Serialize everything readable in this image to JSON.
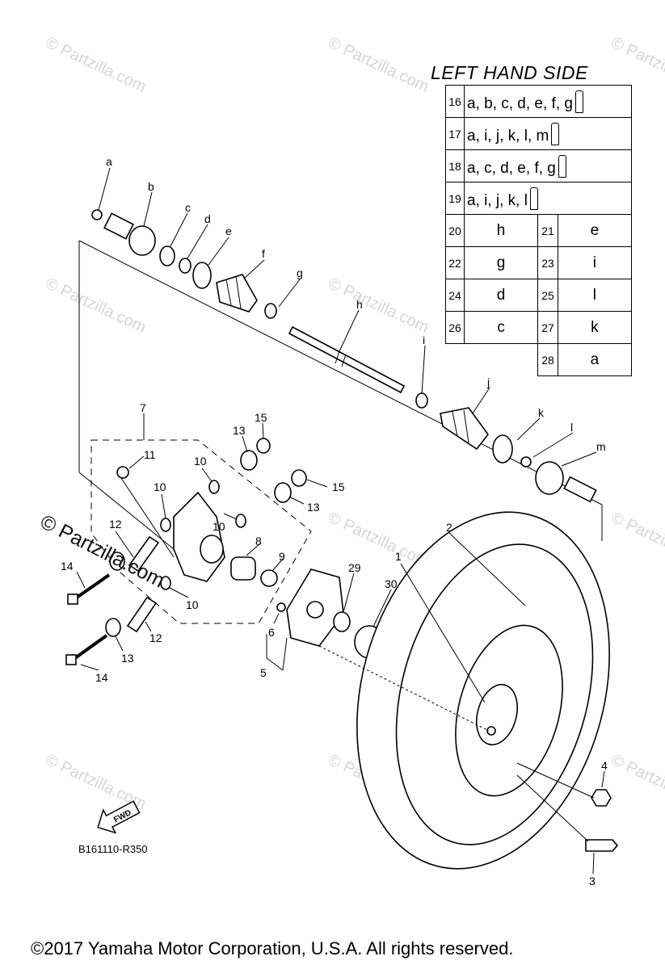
{
  "table": {
    "title": "LEFT HAND SIDE",
    "rows": [
      {
        "no": "16",
        "letters": "a, b, c, d, e, f, g"
      },
      {
        "no": "17",
        "letters": "a, i, j, k, l, m"
      },
      {
        "no": "18",
        "letters": "a, c, d, e, f, g"
      },
      {
        "no": "19",
        "letters": "a, i, j, k, l"
      }
    ],
    "pairs": [
      {
        "n1": "20",
        "v1": "h",
        "n2": "21",
        "v2": "e"
      },
      {
        "n1": "22",
        "v1": "g",
        "n2": "23",
        "v2": "i"
      },
      {
        "n1": "24",
        "v1": "d",
        "n2": "25",
        "v2": "l"
      },
      {
        "n1": "26",
        "v1": "c",
        "n2": "27",
        "v2": "k"
      }
    ],
    "last": {
      "n": "28",
      "v": "a"
    }
  },
  "labels": {
    "a": "a",
    "b": "b",
    "c": "c",
    "d": "d",
    "e": "e",
    "f": "f",
    "g": "g",
    "h": "h",
    "i": "i",
    "j": "j",
    "k": "k",
    "l": "l",
    "m": "m",
    "n1": "1",
    "n2": "2",
    "n3": "3",
    "n4": "4",
    "n5": "5",
    "n6": "6",
    "n7": "7",
    "n8": "8",
    "n9": "9",
    "n10": "10",
    "n11": "11",
    "n12": "12",
    "n13": "13",
    "n14": "14",
    "n15": "15",
    "n29": "29",
    "n30": "30",
    "fwd": "FWD"
  },
  "watermark": {
    "text": "© Partzilla.com",
    "main": "© Partzilla.com"
  },
  "diagram_code": "B161110-R350",
  "copyright": "©2017  Yamaha Motor Corporation, U.S.A. All rights reserved.",
  "icons": {
    "grease": "grease-tube-icon",
    "fwd": "fwd-arrow-icon"
  }
}
